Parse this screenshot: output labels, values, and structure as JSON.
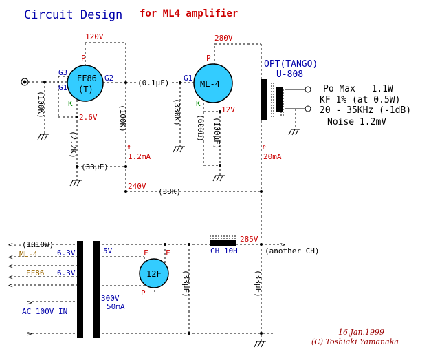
{
  "title": "Circuit Design",
  "subtitle": "for ML4 amplifier",
  "colors": {
    "wire": "#000000",
    "tube_fill": "#33ccff",
    "blue": "#0000aa",
    "red": "#cc0000",
    "dark_red": "#990000",
    "green": "#008800",
    "olive": "#996600"
  },
  "tubes": {
    "ef86": {
      "name": "EF86",
      "mode": "(T)",
      "pins": {
        "g3": "G3",
        "g1": "G1",
        "g2": "G2",
        "p": "P",
        "k": "K"
      }
    },
    "ml4": {
      "name": "ML-4",
      "pins": {
        "g1": "G1",
        "p": "P",
        "k": "K"
      }
    },
    "rect": {
      "name": "12F",
      "pins": {
        "f1": "F",
        "f2": "F",
        "p": "P"
      }
    }
  },
  "voltages": {
    "ef86_plate": "120V",
    "ef86_cathode": "2.6V",
    "ml4_plate": "280V",
    "ml4_cathode": "12V",
    "b_240": "240V",
    "b_285": "285V"
  },
  "currents": {
    "ef86": "1.2mA",
    "ml4": "20mA"
  },
  "arrow_glyph": "⇑",
  "components": {
    "r_input": "(100K)",
    "r_ef86_plate": "(100K)",
    "r_ef86_k": "(2.2K)",
    "c_ef86_k": "(33μF)",
    "c_coupling": "(0.1μF)",
    "r_ml4_grid": "(330K)",
    "r_ml4_k": "(600Ω)",
    "c_ml4_k": "(100μF)",
    "r_decouple": "(33K)",
    "c_filter1": "(33μF)",
    "c_filter2": "(33μF)"
  },
  "opt": {
    "label": "OPT(TANGO)",
    "model": "U-808"
  },
  "specs": {
    "po": "Po Max   1.1W",
    "kf": "KF  1% (at 0.5W)",
    "freq": "20 - 35KHz (-1dB)",
    "noise": "Noise 1.2mV"
  },
  "power": {
    "heater_r": "<--(1Ω10W)",
    "ml4_label": "ML-4",
    "ml4_v": "6.3V",
    "ef86_label": "EF86",
    "ef86_v": "6.3V",
    "rect_v": "5V",
    "hv": "300V",
    "hv_i": "50mA",
    "ac_in": "AC 100V IN",
    "choke": "CH 10H",
    "another": "(another CH)"
  },
  "credits": {
    "date": "16.Jan.1999",
    "author": "(C) Toshiaki Yamanaka"
  }
}
